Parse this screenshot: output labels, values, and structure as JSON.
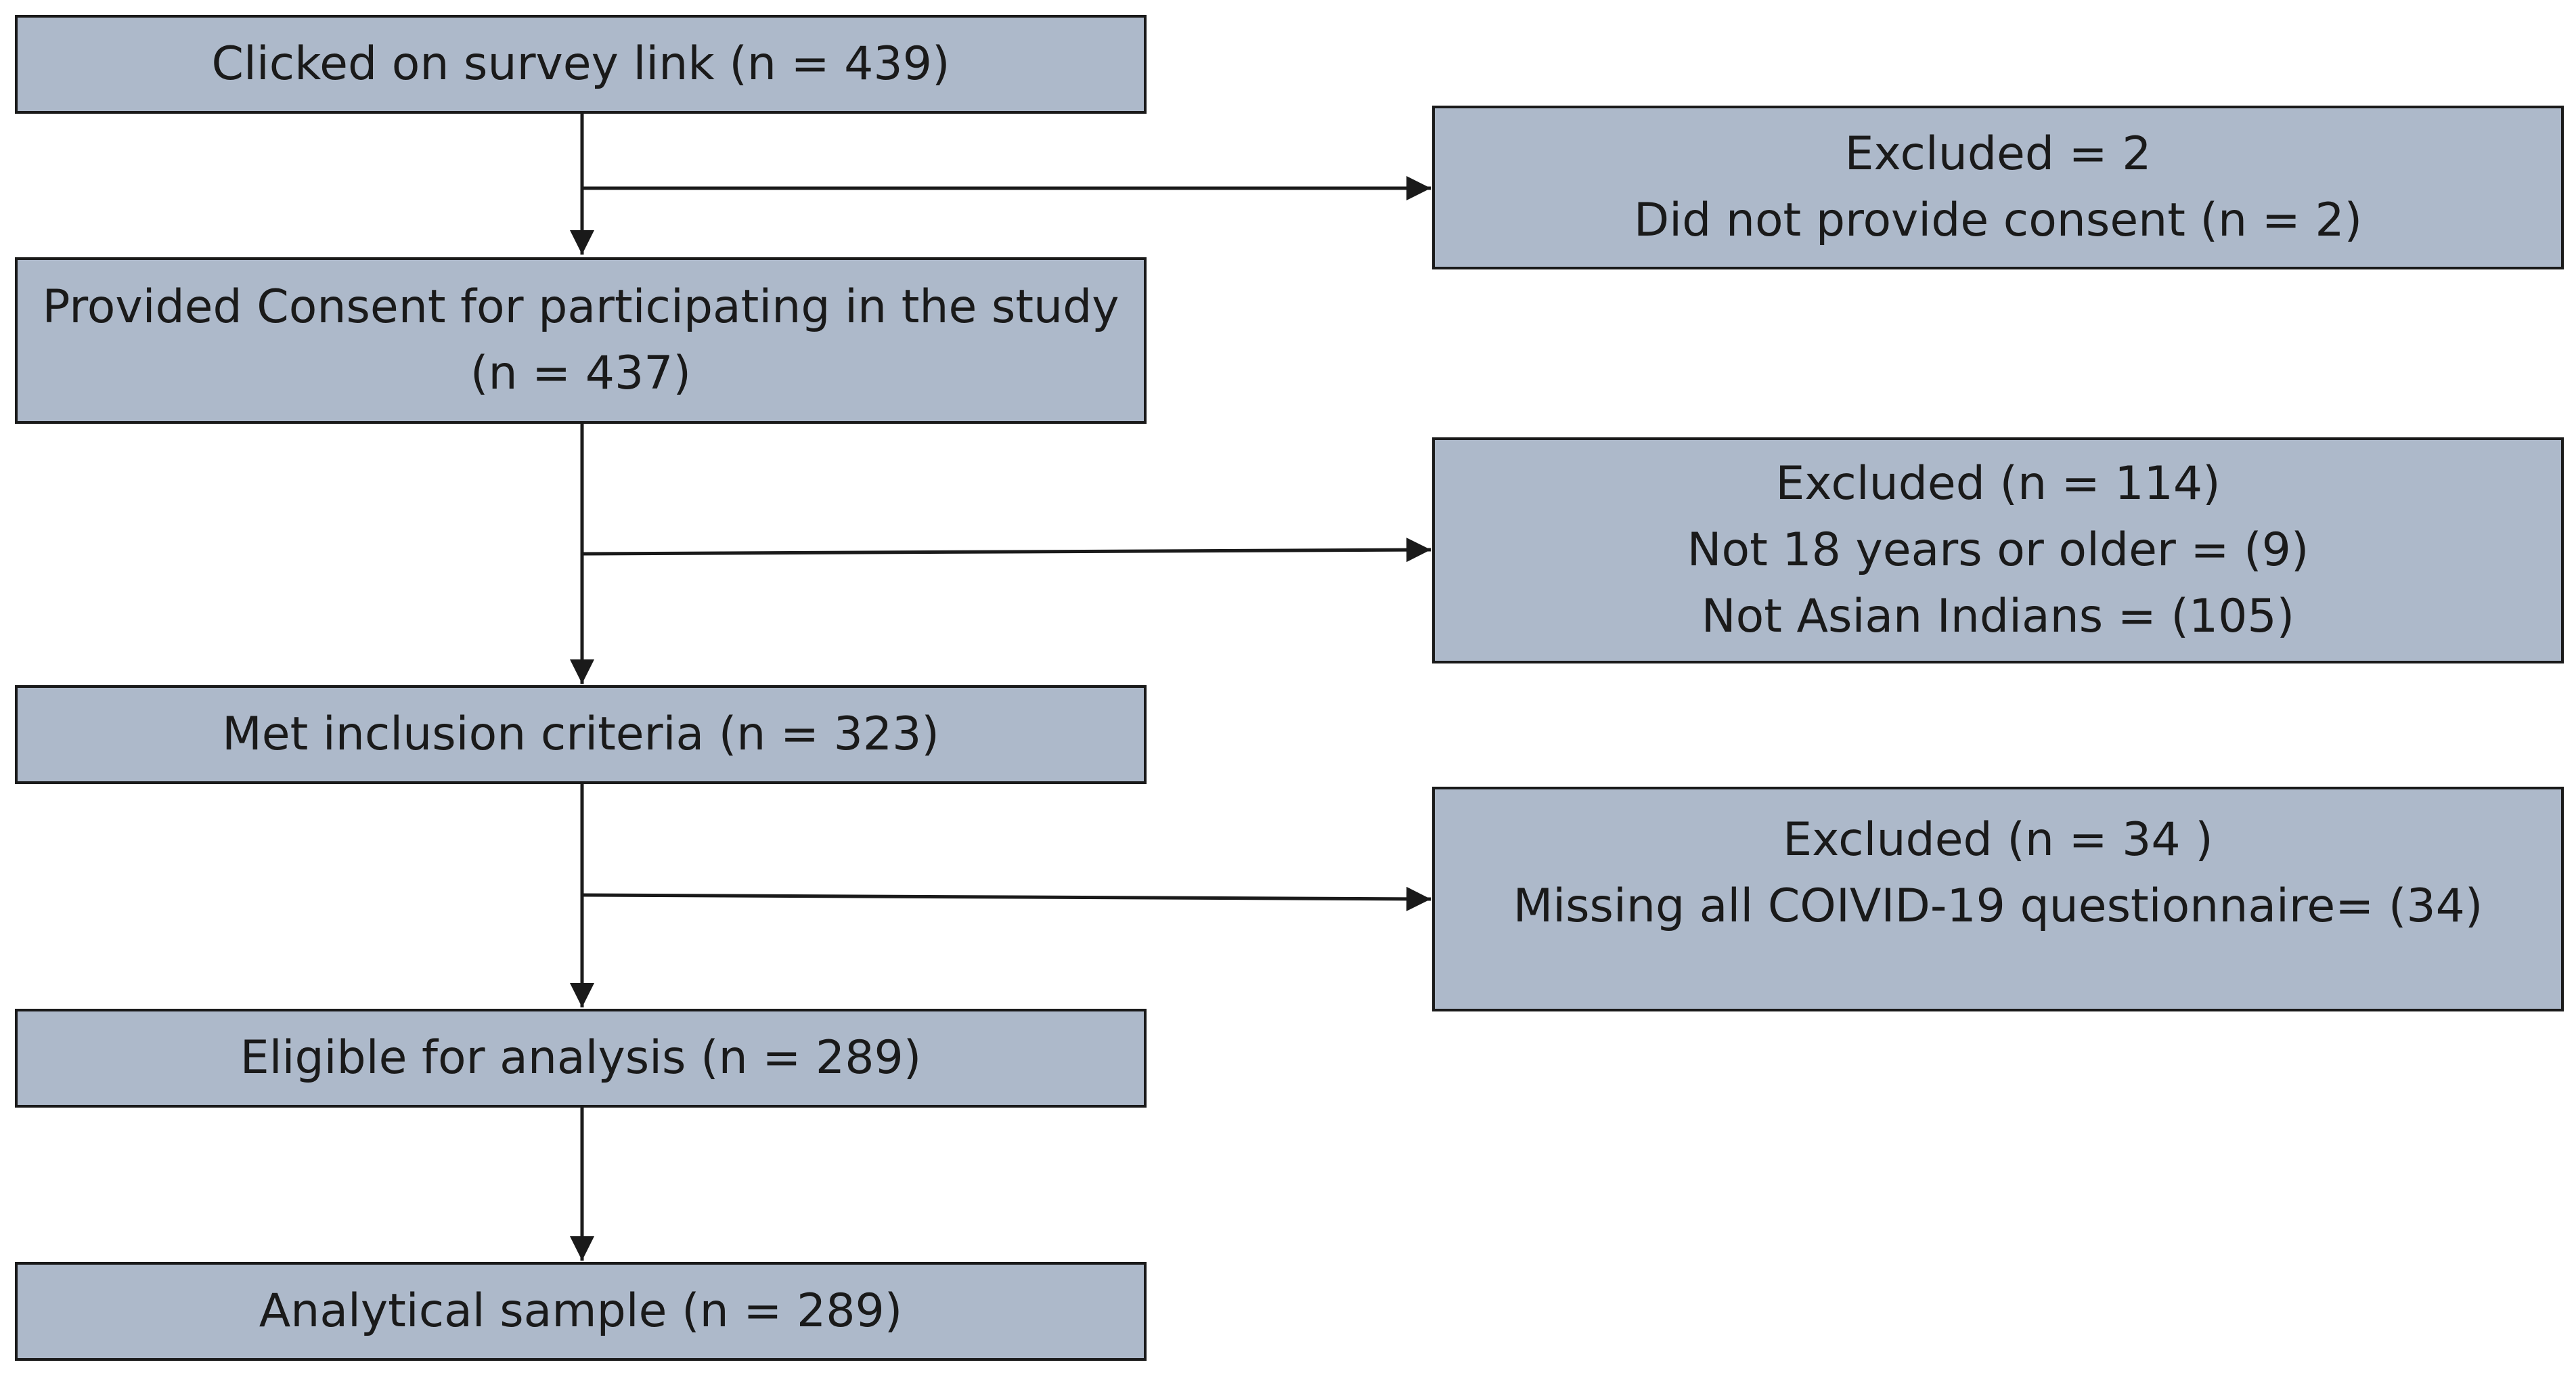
{
  "flowchart": {
    "colors": {
      "box_fill": "#adb9ca",
      "box_border": "#1a1a1a",
      "arrow": "#1a1a1a"
    },
    "main_steps": [
      {
        "lines": [
          "Clicked on survey link (n = 439)"
        ]
      },
      {
        "lines": [
          "Provided Consent for participating in the study",
          "(n = 437)"
        ]
      },
      {
        "lines": [
          "Met inclusion criteria (n = 323)"
        ]
      },
      {
        "lines": [
          "Eligible for analysis (n = 289)"
        ]
      },
      {
        "lines": [
          "Analytical sample (n = 289)"
        ]
      }
    ],
    "exclusions": [
      {
        "lines": [
          "Excluded = 2",
          "Did not provide consent (n = 2)"
        ]
      },
      {
        "lines": [
          "Excluded (n = 114)",
          "Not 18 years or older = (9)",
          "Not Asian Indians = (105)"
        ]
      },
      {
        "lines": [
          "Excluded (n = 34 )",
          "Missing all COIVID-19 questionnaire= (34)"
        ]
      }
    ]
  }
}
